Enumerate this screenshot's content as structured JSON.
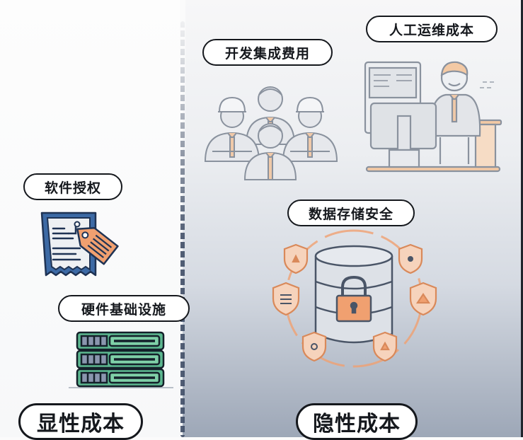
{
  "colors": {
    "divider": "#3f4d66",
    "accent_orange": "#f0a070",
    "doc_blue": "#3d6aa5",
    "server_green": "#5cb890",
    "outline_gray": "#8a929e",
    "label_border": "#15181d"
  },
  "left_section": {
    "title": "显性成本",
    "items": [
      {
        "label": "软件授权",
        "icon": "license-document-tag-icon"
      },
      {
        "label": "硬件基础设施",
        "icon": "server-rack-icon"
      }
    ]
  },
  "right_section": {
    "title": "隐性成本",
    "items": [
      {
        "label": "开发集成费用",
        "icon": "developer-team-icon"
      },
      {
        "label": "人工运维成本",
        "icon": "operator-at-desk-icon"
      },
      {
        "label": "数据存储安全",
        "icon": "secure-database-shields-icon"
      }
    ]
  }
}
